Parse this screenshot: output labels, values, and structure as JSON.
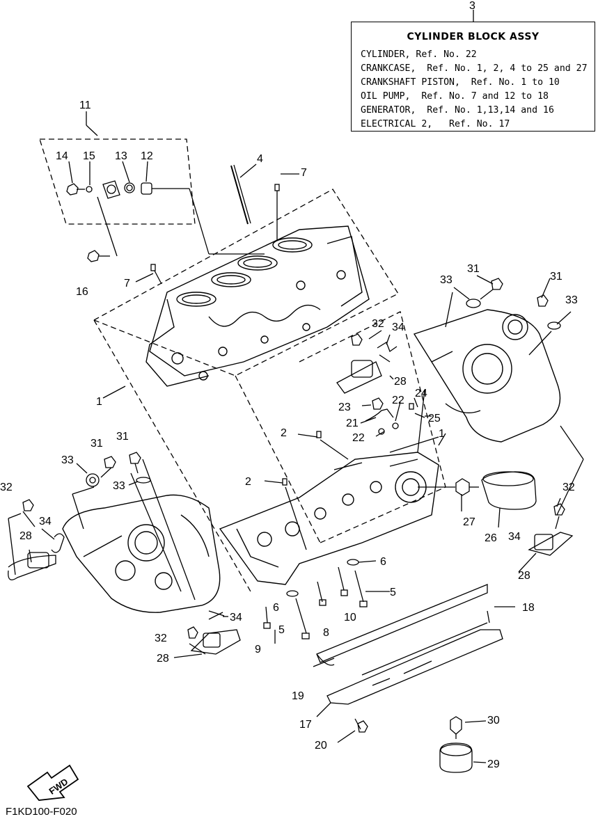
{
  "legend": {
    "ref": "3",
    "title": "CYLINDER BLOCK ASSY",
    "lines": [
      "CYLINDER, Ref. No. 22",
      "CRANKCASE,  Ref. No. 1, 2, 4 to 25 and 27",
      "CRANKSHAFT PISTON,  Ref. No. 1 to 10",
      "OIL PUMP,  Ref. No. 7 and 12 to 18",
      "GENERATOR,  Ref. No. 1,13,14 and 16",
      "ELECTRICAL 2,   Ref. No. 17"
    ]
  },
  "callouts": {
    "c1a": "1",
    "c1b": "1",
    "c2a": "2",
    "c2b": "2",
    "c4": "4",
    "c5a": "5",
    "c5b": "5",
    "c6a": "6",
    "c6b": "6",
    "c7a": "7",
    "c7b": "7",
    "c8": "8",
    "c9": "9",
    "c10": "10",
    "c11": "11",
    "c12": "12",
    "c13": "13",
    "c14": "14",
    "c15": "15",
    "c16": "16",
    "c17": "17",
    "c18": "18",
    "c19": "19",
    "c20": "20",
    "c21": "21",
    "c22a": "22",
    "c22b": "22",
    "c23": "23",
    "c24": "24",
    "c25": "25",
    "c26": "26",
    "c27": "27",
    "c28a": "28",
    "c28b": "28",
    "c28c": "28",
    "c28d": "28",
    "c29": "29",
    "c30": "30",
    "c31a": "31",
    "c31b": "31",
    "c31c": "31",
    "c32a": "32",
    "c32b": "32",
    "c32c": "32",
    "c32d": "32",
    "c33a": "33",
    "c33b": "33",
    "c33c": "33",
    "c33d": "33",
    "c34a": "34",
    "c34b": "34",
    "c34c": "34",
    "c34d": "34"
  },
  "fwd_label": "FWD",
  "diagram_code": "F1KD100-F020"
}
